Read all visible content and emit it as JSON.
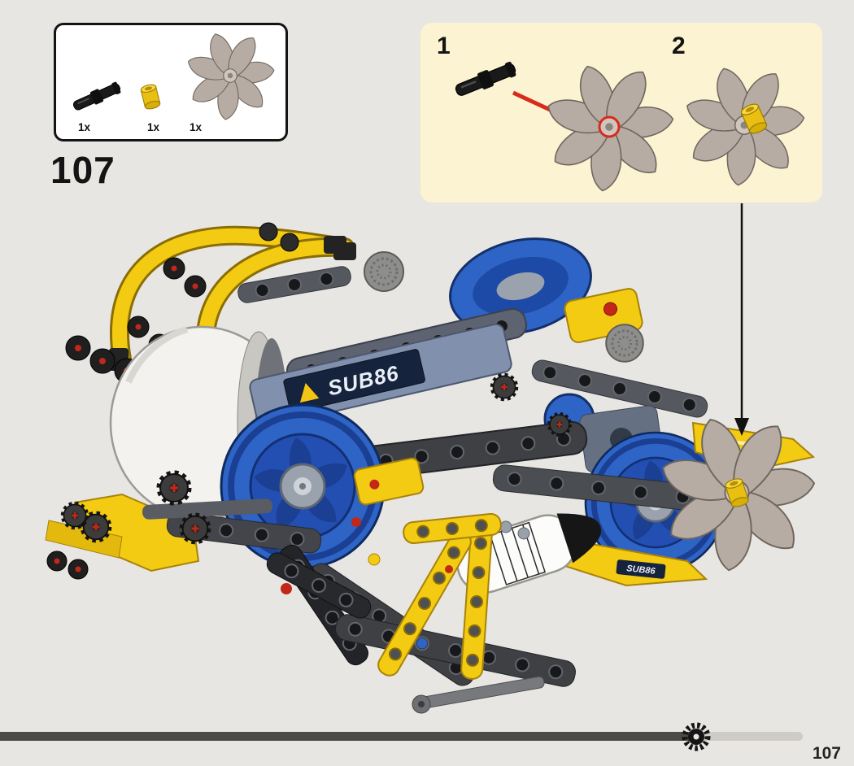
{
  "page": {
    "step_number": "107",
    "page_number": "107"
  },
  "parts_box": {
    "parts": [
      {
        "name": "black-connector-pin",
        "count": "1x"
      },
      {
        "name": "yellow-bush",
        "count": "1x"
      },
      {
        "name": "gray-propeller",
        "count": "1x"
      }
    ]
  },
  "callout": {
    "steps": [
      {
        "number": "1"
      },
      {
        "number": "2"
      }
    ]
  },
  "model": {
    "sticker_text": "SUB86",
    "sticker_text_small": "SUB86"
  },
  "colors": {
    "page_background": "#E8E6E2",
    "callout_background": "#FBF3D1",
    "lego_yellow": "#F3CB12",
    "lego_blue": "#2E64C6",
    "propeller_gray": "#B6ACA3",
    "arrow_red": "#D82B1C",
    "progress_bar_dark": "#4B4A48",
    "progress_bar_light": "#CFCCC7"
  },
  "progress": {
    "marker_icon": "gear"
  }
}
